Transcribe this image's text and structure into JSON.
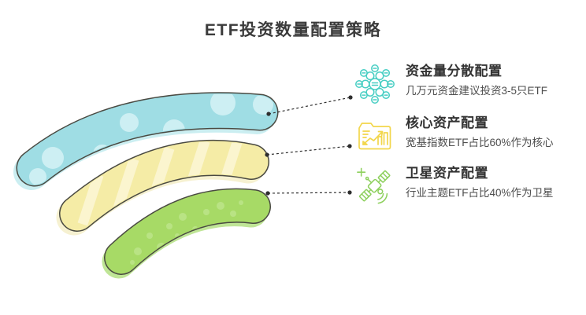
{
  "title": "ETF投资数量配置策略",
  "colors": {
    "background": "#ffffff",
    "title_text": "#3b3b3b",
    "item_title_text": "#333333",
    "item_subtitle_text": "#4d4d4d",
    "outline": "#4a4a42",
    "connector": "#2e2e2e"
  },
  "arcs": [
    {
      "color": "#9fdde4",
      "light": "#cdeff3",
      "shadow": "#c3ecef"
    },
    {
      "color": "#f5eca6",
      "light": "#fbf5cf",
      "shadow": "#f5efc9"
    },
    {
      "color": "#a7da66",
      "light": "#c9ec9e",
      "shadow": "#b5e184"
    }
  ],
  "items": [
    {
      "icon": "coin-cluster-icon",
      "accent": "#47cec3",
      "title": "资金量分散配置",
      "subtitle": "几万元资金建议投资3-5只ETF"
    },
    {
      "icon": "folder-chart-icon",
      "accent": "#f2d64b",
      "title": "核心资产配置",
      "subtitle": "宽基指数ETF占比60%作为核心"
    },
    {
      "icon": "satellite-icon",
      "accent": "#8ed05e",
      "title": "卫星资产配置",
      "subtitle": "行业主题ETF占比40%作为卫星"
    }
  ]
}
